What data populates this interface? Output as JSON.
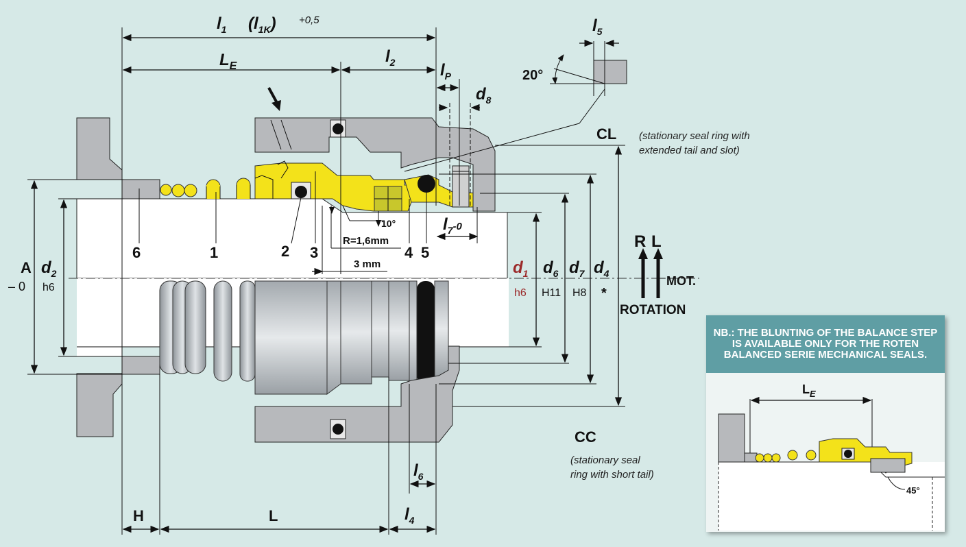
{
  "labels": {
    "l1": "l",
    "l1_sub": "1",
    "l1k_open": "(l",
    "l1k_sub": "1K",
    "l1k_close": ")",
    "tol": "+0,5",
    "le": "L",
    "le_sub": "E",
    "l2": "l",
    "l2_sub": "2",
    "lp": "l",
    "lp_sub": "P",
    "d8": "d",
    "d8_sub": "8",
    "l5": "l",
    "l5_sub": "5",
    "angle20": "20°",
    "l7": "l",
    "l7_sub": "7",
    "l7_tol": "-0",
    "l6": "l",
    "l6_sub": "6",
    "l4": "l",
    "l4_sub": "4",
    "H": "H",
    "L": "L",
    "A": "A",
    "A_tol": "– 0",
    "d2": "d",
    "d2_sub": "2",
    "d2_tol": "h6",
    "d1": "d",
    "d1_sub": "1",
    "d1_tol": "h6",
    "d6": "d",
    "d6_sub": "6",
    "d6_tol": "H11",
    "d7": "d",
    "d7_sub": "7",
    "d7_tol": "H8",
    "d4": "d",
    "d4_sub": "4",
    "d4_tol": "*",
    "angle10": "10°",
    "radius": "R=1,6mm",
    "mm3": "3 mm",
    "rot_R": "R",
    "rot_L": "L",
    "mot": "MOT.",
    "rotation": "ROTATION",
    "CL": "CL",
    "CL_note_1": "(stationary seal ring with",
    "CL_note_2": "extended tail and slot)",
    "CC": "CC",
    "CC_note_1": "(stationary seal",
    "CC_note_2": "ring with short tail)",
    "part_6": "6",
    "part_1": "1",
    "part_2": "2",
    "part_3": "3",
    "part_4": "4",
    "part_5": "5"
  },
  "inset": {
    "header": "NB.: THE BLUNTING OF THE BALANCE STEP IS AVAILABLE ONLY FOR THE ROTEN BALANCED SERIE MECHANICAL SEALS.",
    "le": "L",
    "le_sub": "E",
    "angle45": "45°"
  },
  "colors": {
    "background": "#d6e9e7",
    "housing_grey": "#b7b9bc",
    "seal_yellow": "#f3e21a",
    "d1_red": "#9b2a2a",
    "inset_header": "#5f9ea4"
  }
}
